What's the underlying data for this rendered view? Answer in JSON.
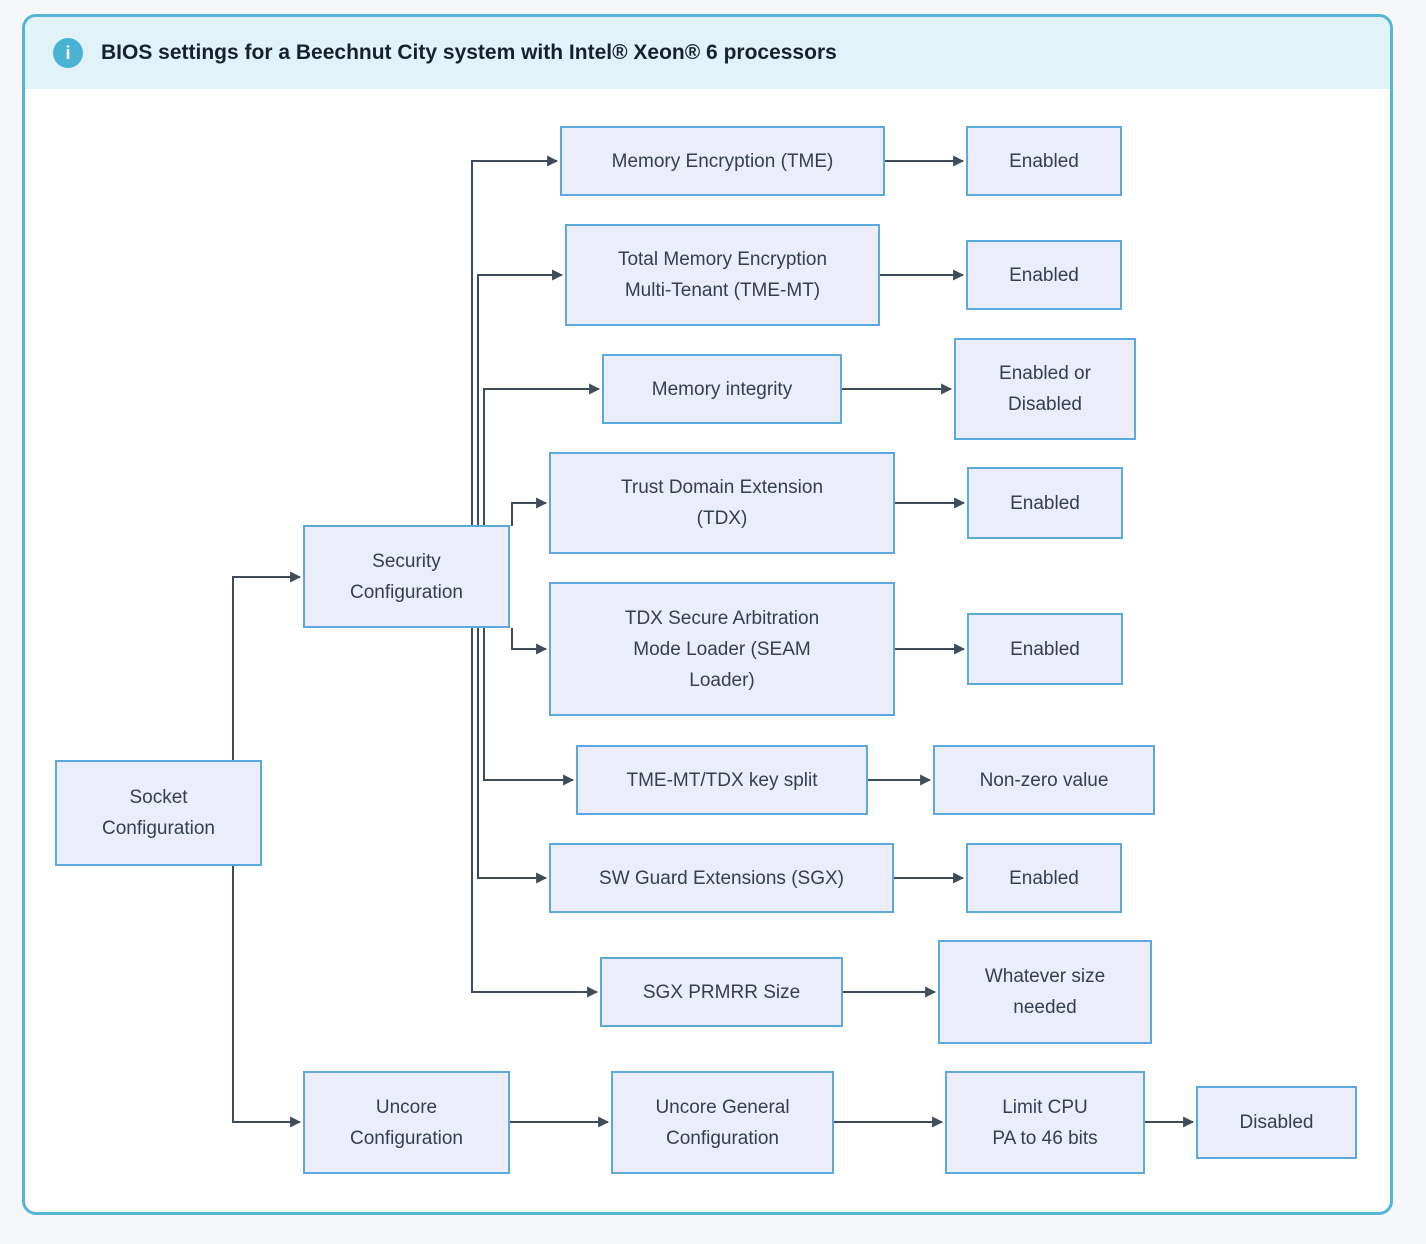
{
  "banner": {
    "title": "BIOS settings for a Beechnut City system with Intel® Xeon® 6 processors",
    "icon": "info-icon",
    "icon_glyph": "i"
  },
  "colors": {
    "page_bg": "#f6f7f9",
    "card_border": "#54b6d5",
    "banner_bg": "#e1f3f8",
    "icon_bg": "#4ab2d3",
    "node_fill": "#ecedfb",
    "node_border": "#5caadd",
    "node_text": "#333f50",
    "edge": "#404c59",
    "title_text": "#17212e"
  },
  "diagram_type": "flowchart",
  "nodes": {
    "socket": {
      "label": "Socket\nConfiguration"
    },
    "security": {
      "label": "Security\nConfiguration"
    },
    "uncore": {
      "label": "Uncore\nConfiguration"
    },
    "tme": {
      "label": "Memory Encryption (TME)"
    },
    "tme_mt": {
      "label": "Total Memory Encryption\nMulti-Tenant (TME-MT)"
    },
    "mem_integrity": {
      "label": "Memory integrity"
    },
    "tdx": {
      "label": "Trust Domain Extension\n(TDX)"
    },
    "seam": {
      "label": "TDX Secure Arbitration\nMode Loader (SEAM\nLoader)"
    },
    "key_split": {
      "label": "TME-MT/TDX key split"
    },
    "sgx": {
      "label": "SW Guard Extensions (SGX)"
    },
    "prmrr": {
      "label": "SGX PRMRR Size"
    },
    "uncore_general": {
      "label": "Uncore General\nConfiguration"
    },
    "limit_cpu": {
      "label": "Limit CPU\nPA to 46 bits"
    }
  },
  "values": {
    "v_tme": {
      "label": "Enabled"
    },
    "v_tme_mt": {
      "label": "Enabled"
    },
    "v_mem_integrity": {
      "label": "Enabled or\nDisabled"
    },
    "v_tdx": {
      "label": "Enabled"
    },
    "v_seam": {
      "label": "Enabled"
    },
    "v_key_split": {
      "label": "Non-zero value"
    },
    "v_sgx": {
      "label": "Enabled"
    },
    "v_prmrr": {
      "label": "Whatever size\nneeded"
    },
    "v_limit_cpu": {
      "label": "Disabled"
    }
  }
}
